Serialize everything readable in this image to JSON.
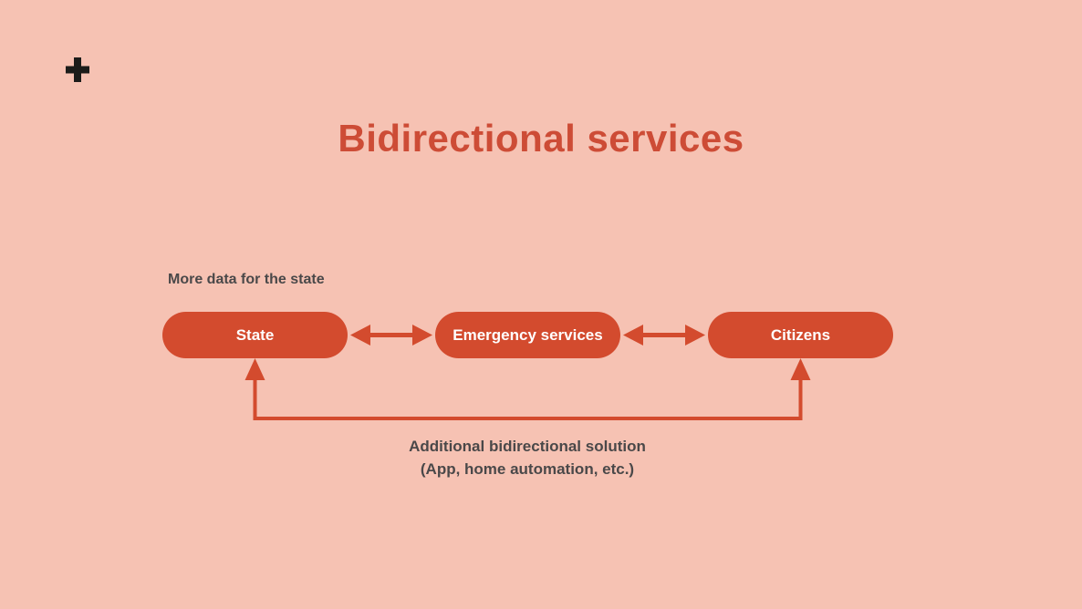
{
  "slide": {
    "colors": {
      "background": "#f6c2b3",
      "accent": "#d34b2e",
      "title": "#cd4c36",
      "text_dark": "#4a4849",
      "node_text": "#ffffff",
      "plus_icon": "#1c1c1a"
    },
    "icons": [
      {
        "name": "plus-icon",
        "glyph": "+"
      }
    ],
    "title": "Bidirectional services"
  },
  "diagram": {
    "annotation": "More data for the state",
    "nodes": [
      {
        "id": "state",
        "label": "State"
      },
      {
        "id": "emergency-services",
        "label": "Emergency services"
      },
      {
        "id": "citizens",
        "label": "Citizens"
      }
    ],
    "connectors": [
      {
        "type": "double-arrow",
        "between": [
          "State",
          "Emergency services"
        ]
      },
      {
        "type": "double-arrow",
        "between": [
          "Emergency services",
          "Citizens"
        ]
      },
      {
        "type": "bottom-loop-double-arrow",
        "between": [
          "State",
          "Citizens"
        ],
        "label_line1": "Additional bidirectional solution",
        "label_line2": "(App, home automation, etc.)"
      }
    ]
  }
}
